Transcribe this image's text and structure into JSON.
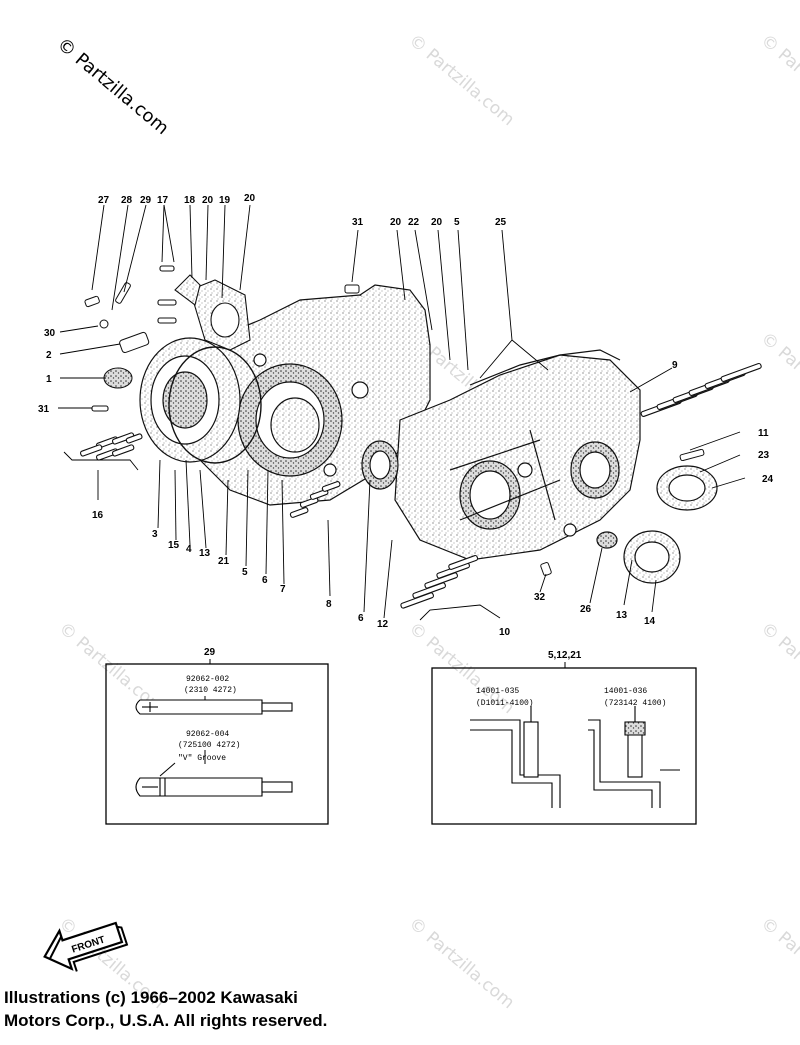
{
  "watermark": {
    "main": "© Partzilla.com",
    "faint": "© Partzilla.com"
  },
  "callouts": {
    "c27": "27",
    "c28": "28",
    "c29": "29",
    "c17": "17",
    "c18": "18",
    "c20a": "20",
    "c19": "19",
    "c20b": "20",
    "c31a": "31",
    "c20c": "20",
    "c22": "22",
    "c20d": "20",
    "c5a": "5",
    "c25": "25",
    "c30": "30",
    "c2": "2",
    "c1": "1",
    "c31b": "31",
    "c16": "16",
    "c3": "3",
    "c15": "15",
    "c4": "4",
    "c13a": "13",
    "c21": "21",
    "c5b": "5",
    "c6a": "6",
    "c7": "7",
    "c8": "8",
    "c6b": "6",
    "c12": "12",
    "c10": "10",
    "c32": "32",
    "c26": "26",
    "c13b": "13",
    "c14": "14",
    "c9": "9",
    "c11": "11",
    "c23": "23",
    "c24": "24"
  },
  "detail_left": {
    "title": "29",
    "part_a_number": "92062-002",
    "part_a_ref": "(2310 4272)",
    "part_b_number": "92062-004",
    "part_b_ref": "(725100 4272)",
    "groove_label": "\"V\" Groove"
  },
  "detail_right": {
    "title": "5,12,21",
    "part_a_number": "14001-035",
    "part_a_ref": "(D1011-4100)",
    "part_b_number": "14001-036",
    "part_b_ref": "(723142 4100)"
  },
  "front_arrow": {
    "label": "FRONT"
  },
  "copyright": {
    "line1": "Illustrations (c) 1966–2002 Kawasaki",
    "line2": "Motors Corp., U.S.A.  All rights reserved."
  }
}
